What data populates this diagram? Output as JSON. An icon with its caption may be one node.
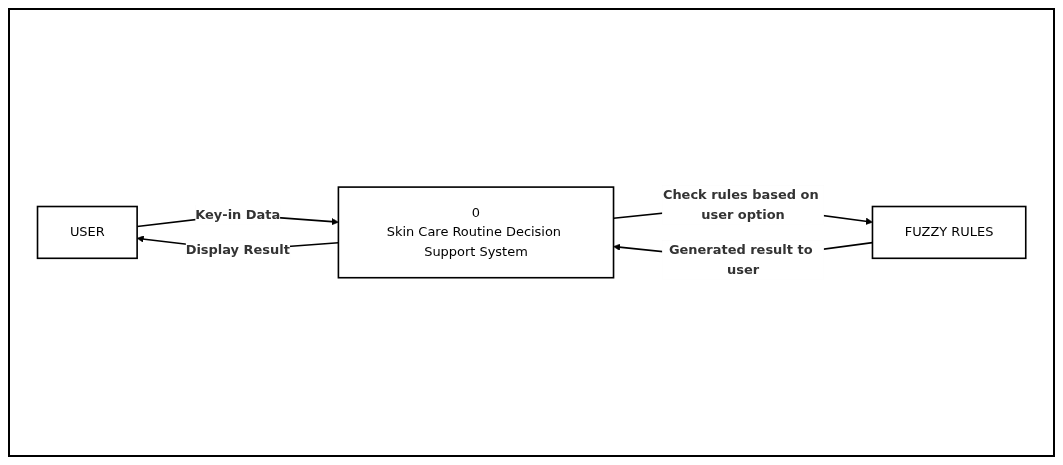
{
  "diagram": {
    "nodes": [
      {
        "text": [
          "USER"
        ]
      },
      {
        "text": [
          "0",
          "Skin Care Routine Decision Support System"
        ]
      },
      {
        "text": [
          "FUZZY RULES"
        ]
      }
    ],
    "edges": [
      {
        "from": 0,
        "to": 1,
        "arrow": "to",
        "label": "Key-in Data"
      },
      {
        "from": 1,
        "to": 0,
        "arrow": "to",
        "label": "Display Result"
      },
      {
        "from": 1,
        "to": 2,
        "arrow": "to",
        "label": "Check rules based on user option"
      },
      {
        "from": 2,
        "to": 1,
        "arrow": "to",
        "label": "Generated result to user"
      }
    ]
  }
}
